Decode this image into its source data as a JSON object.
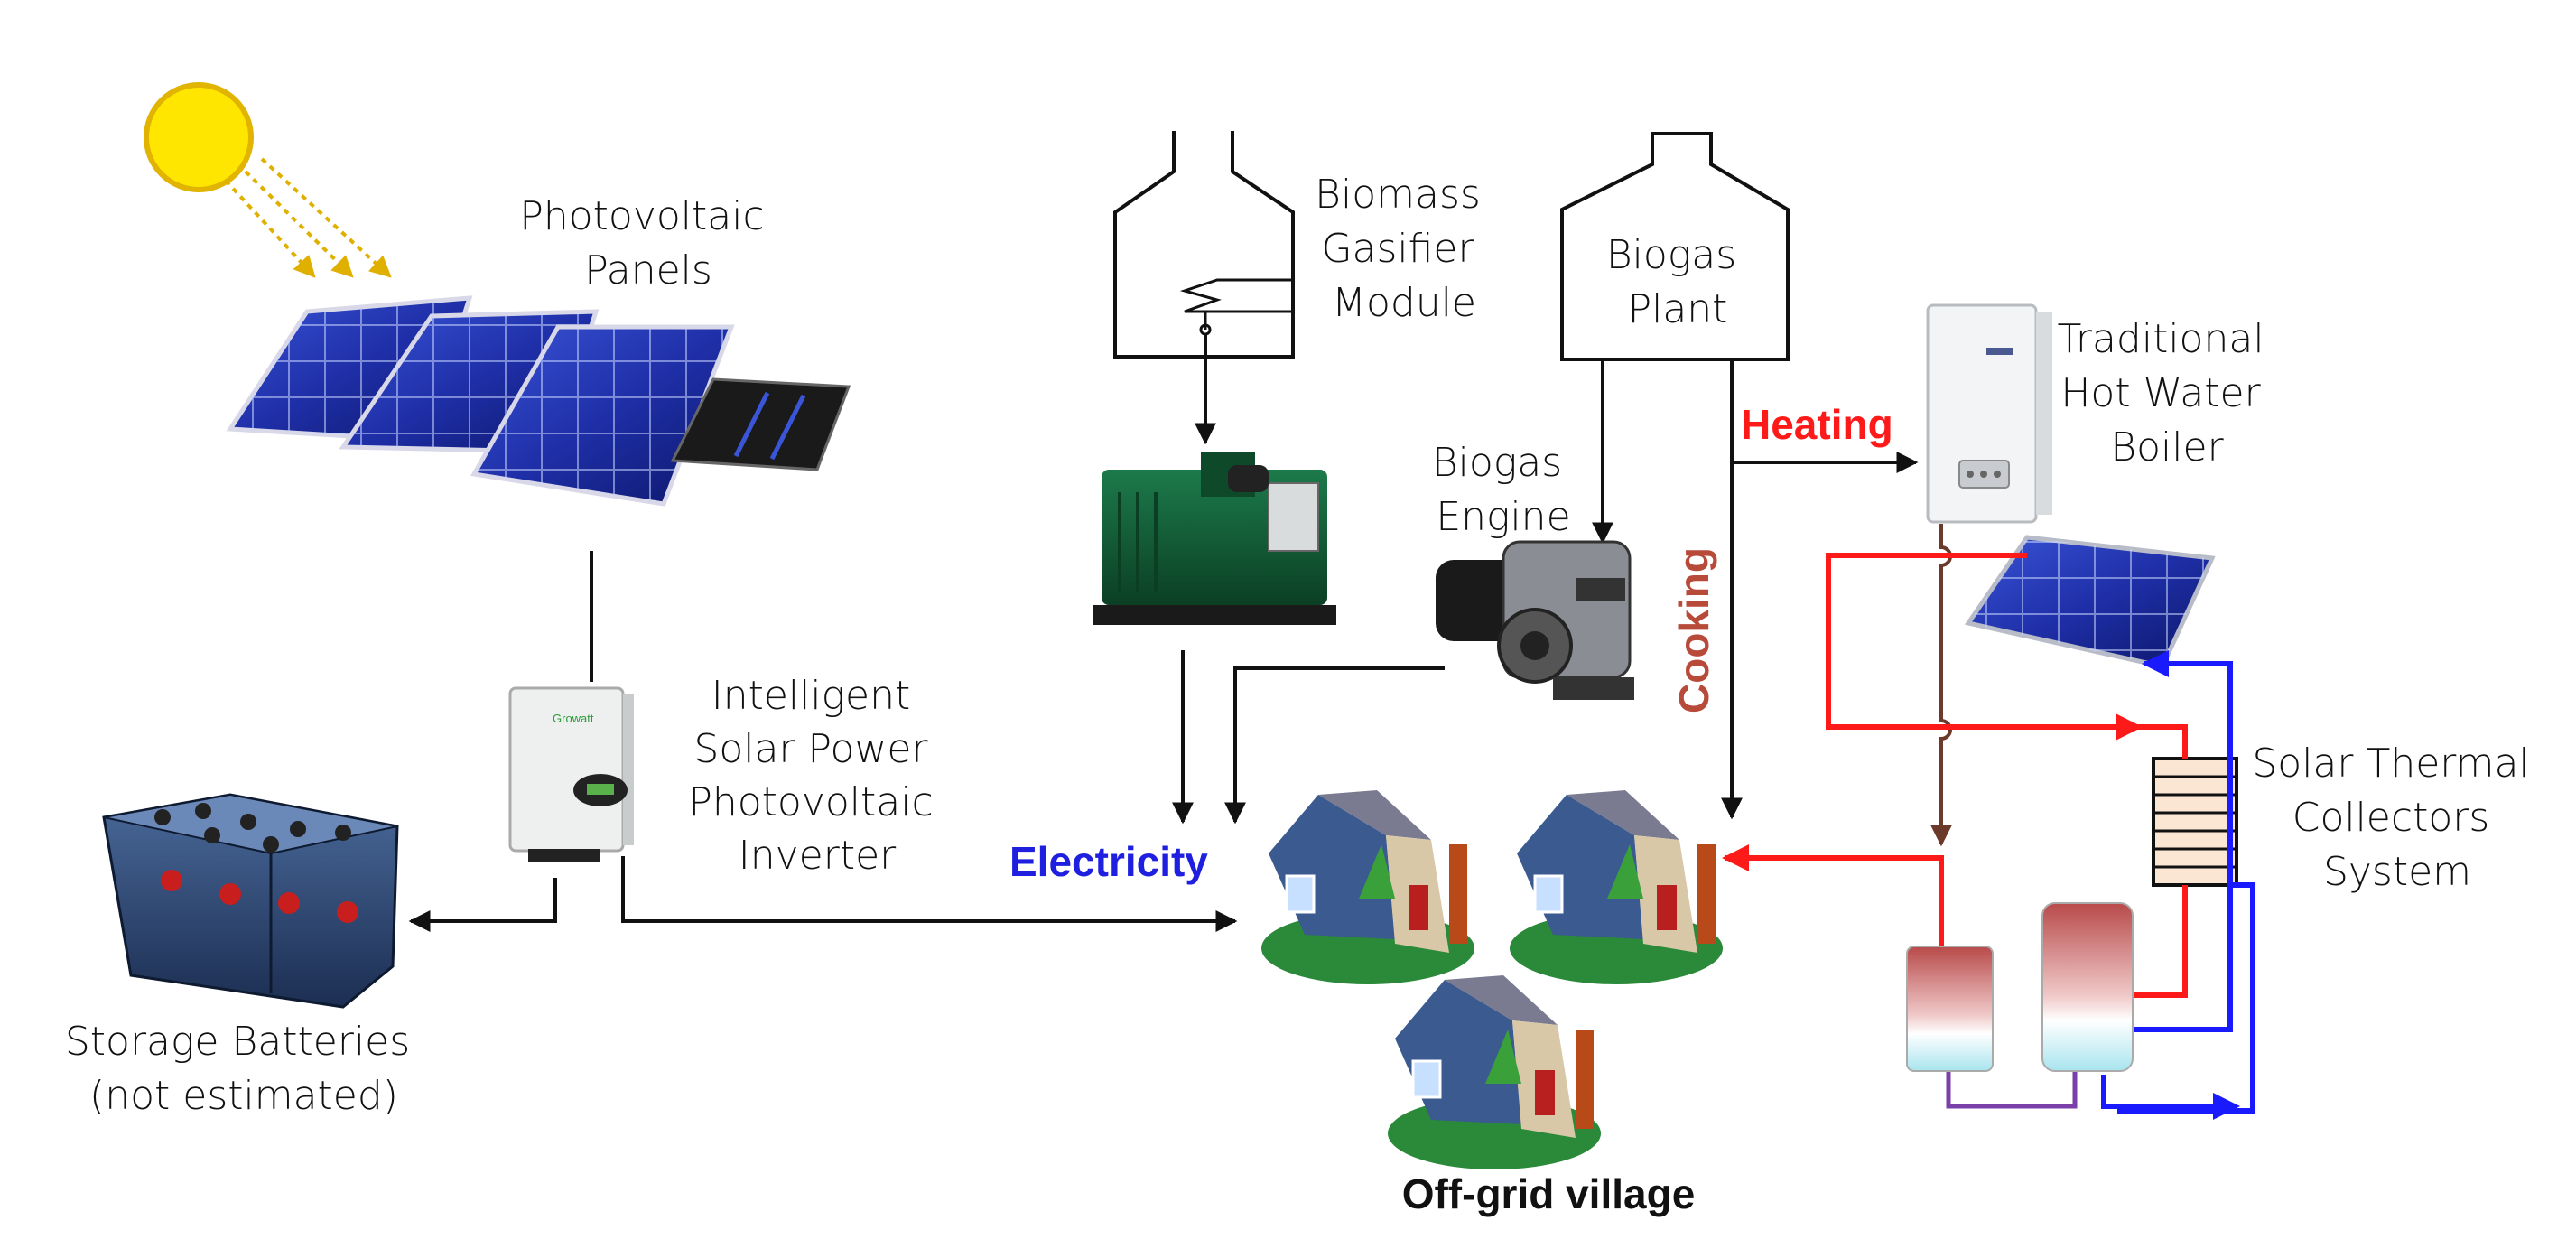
{
  "colors": {
    "line": "#111111",
    "hot": "#ff1a1a",
    "cold": "#1a1aff",
    "purple": "#7a3fa8",
    "brown": "#6b3a2a",
    "electricity": "#1f1fe0",
    "cooking": "#b84a3a",
    "sun": "#ffe600",
    "sun_ring": "#e0b400",
    "ray": "#e0b000"
  },
  "labels": {
    "pv_panels": [
      "Photovoltaic",
      "Panels"
    ],
    "gasifier": [
      "Biomass",
      "Gasifier",
      "Module"
    ],
    "biogas_plant": [
      "Biogas",
      "Plant"
    ],
    "boiler": [
      "Traditional",
      "Hot Water",
      "Boiler"
    ],
    "biogas_engine": [
      "Biogas",
      "Engine"
    ],
    "inverter": [
      "Intelligent",
      "Solar Power",
      "Photovoltaic",
      "Inverter"
    ],
    "solar_thermal": [
      "Solar Thermal",
      "Collectors",
      "System"
    ],
    "batteries": [
      "Storage Batteries",
      "(not estimated)"
    ],
    "heating": "Heating",
    "cooking": "Cooking",
    "electricity": "Electricity",
    "village": "Off-grid village",
    "inverter_brand": "Growatt"
  },
  "icons": [
    "sun-icon",
    "solar-panel-icon",
    "inverter-icon",
    "battery-bank-icon",
    "generator-icon",
    "engine-icon",
    "boiler-icon",
    "solar-thermal-collector-icon",
    "house-icon",
    "storage-tank-icon",
    "heat-exchanger-icon"
  ]
}
